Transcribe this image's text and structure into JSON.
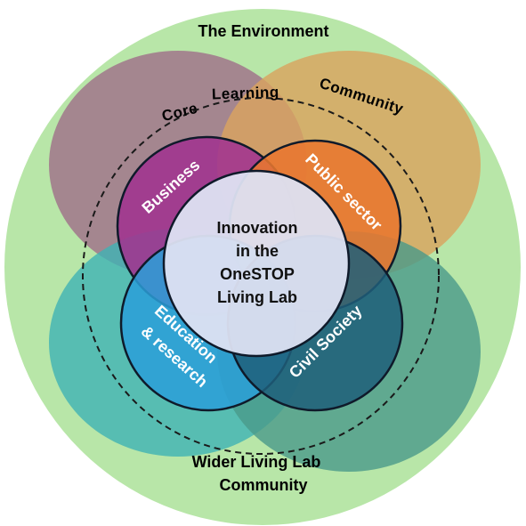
{
  "environment": {
    "label": "The Environment",
    "color": "#b8e6a8"
  },
  "wider_community": {
    "line1": "Wider Living Lab",
    "line2": "Community"
  },
  "core_community": {
    "word1": "Core",
    "word2": "Learning",
    "word3": "Community"
  },
  "outer_petals": {
    "top_left_color": "#a0708a",
    "top_right_color": "#d9a45f",
    "bottom_left_color": "#3fb3b4",
    "bottom_right_color": "#4a9a8a"
  },
  "sectors": {
    "business": {
      "label": "Business",
      "color": "#a1338f"
    },
    "public_sector": {
      "label": "Public sector",
      "color": "#e8762f"
    },
    "education": {
      "line1": "Education",
      "line2": "& research",
      "color": "#2a9fd8"
    },
    "civil_society": {
      "label": "Civil Society",
      "color": "#1f5f7a"
    }
  },
  "center": {
    "line1": "Innovation",
    "line2": "in the",
    "line3": "OneSTOP",
    "line4": "Living Lab",
    "color": "#dde2f2"
  }
}
